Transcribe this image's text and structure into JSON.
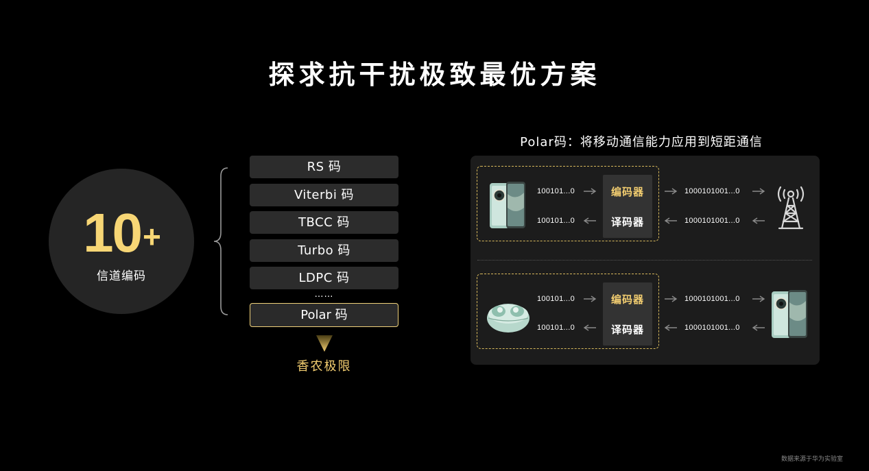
{
  "title": "探求抗干扰极致最优方案",
  "left": {
    "count_number": "10",
    "count_plus": "+",
    "count_label": "信道编码",
    "codes": [
      "RS 码",
      "Viterbi 码",
      "TBCC 码",
      "Turbo 码",
      "LDPC 码"
    ],
    "ellipsis": "……",
    "highlight_code": "Polar 码",
    "result": "香农极限"
  },
  "panel": {
    "title": "Polar码：将移动通信能力应用到短距通信",
    "encoder_label": "编码器",
    "decoder_label": "译码器",
    "short_bits": "100101...0",
    "long_bits": "1000101001...0",
    "top_row": {
      "left_device": "phone-image",
      "right_device": "tower-icon"
    },
    "bottom_row": {
      "left_device": "earbuds-image",
      "right_device": "phone-image"
    }
  },
  "colors": {
    "accent": "#f2cd70",
    "background": "#000000",
    "panel": "#1c1c1c"
  },
  "footnote": "数据来源于华为实验室"
}
